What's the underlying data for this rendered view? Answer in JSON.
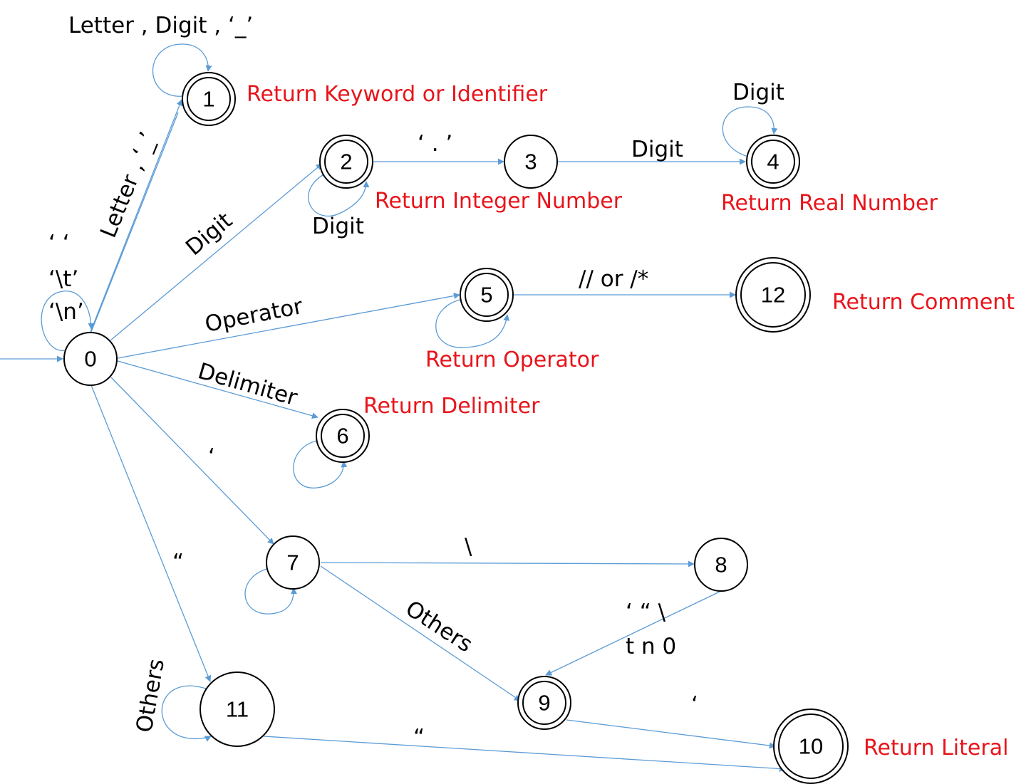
{
  "states": [
    {
      "id": "0",
      "label": "0",
      "accepting": false
    },
    {
      "id": "1",
      "label": "1",
      "accepting": true
    },
    {
      "id": "2",
      "label": "2",
      "accepting": true
    },
    {
      "id": "3",
      "label": "3",
      "accepting": false
    },
    {
      "id": "4",
      "label": "4",
      "accepting": true
    },
    {
      "id": "5",
      "label": "5",
      "accepting": true
    },
    {
      "id": "6",
      "label": "6",
      "accepting": true
    },
    {
      "id": "7",
      "label": "7",
      "accepting": false
    },
    {
      "id": "8",
      "label": "8",
      "accepting": false
    },
    {
      "id": "9",
      "label": "9",
      "accepting": true
    },
    {
      "id": "10",
      "label": "10",
      "accepting": true
    },
    {
      "id": "11",
      "label": "11",
      "accepting": false
    },
    {
      "id": "12",
      "label": "12",
      "accepting": true
    }
  ],
  "transitions": {
    "s1_loop": "Letter , Digit , ‘_’",
    "s0_to_1": "Letter , ‘_’",
    "s0_to_2": "Digit",
    "s2_loop": "Digit",
    "s2_to_3": "‘ . ’",
    "s3_to_4": "Digit",
    "s4_loop": "Digit",
    "s0_loop_space": "‘   ‘",
    "s0_loop_tab": "‘\\t’",
    "s0_loop_newline": "‘\\n’",
    "s0_to_5": "Operator",
    "s5_to_12": "//  or  /*",
    "s0_to_6": "Delimiter",
    "s0_to_7": "‘",
    "s0_to_11": "“",
    "s7_to_8": "\\",
    "s7_to_9": "Others",
    "s8_to_9_line1": "‘   “   \\",
    "s8_to_9_line2": "t   n   0",
    "s9_to_10": "‘",
    "s11_loop": "Others",
    "s11_to_10": "“"
  },
  "results": {
    "s1": "Return Keyword or Identifier",
    "s2": "Return Integer Number",
    "s4": "Return Real Number",
    "s5": "Return Operator",
    "s12": "Return Comment",
    "s6": "Return Delimiter",
    "s10": "Return Literal"
  },
  "colors": {
    "edge": "#5b9bd5",
    "result_text": "#e8141b",
    "node_stroke": "#000000"
  }
}
